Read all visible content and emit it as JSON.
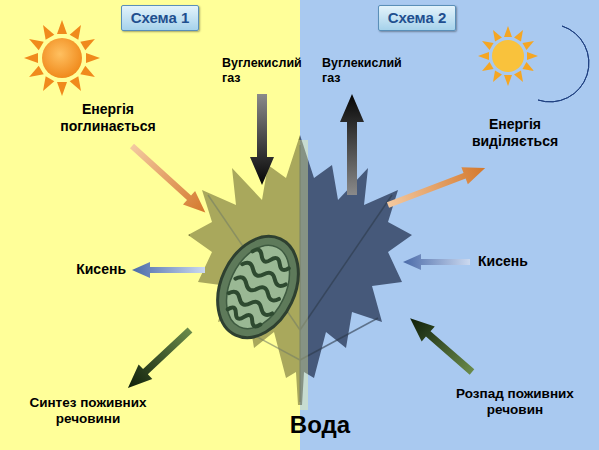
{
  "diagram": {
    "nodes": [
      {
        "text": [
          "Схема 1"
        ]
      },
      {
        "text": [
          "Схема 2"
        ]
      }
    ],
    "labels": [
      "Вуглекислий газ",
      "Вуглекислий газ",
      "Енергія поглинається",
      "Енергія виділяється",
      "Кисень",
      "Кисень",
      "Синтез поживних речовини",
      "Розпад поживних речовин",
      "Вода"
    ]
  }
}
